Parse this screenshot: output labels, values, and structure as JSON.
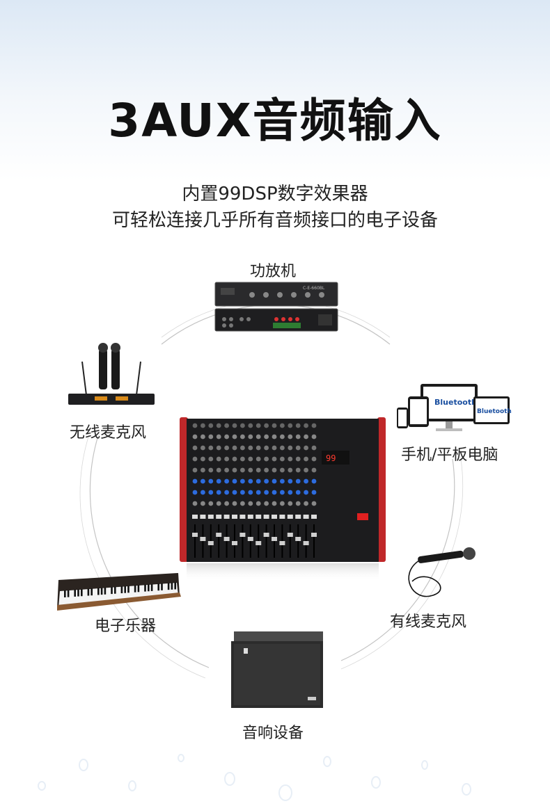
{
  "title": "3AUX音频输入",
  "subtitle_line1": "内置99DSP数字效果器",
  "subtitle_line2": "可轻松连接几乎所有音频接口的电子设备",
  "devices": {
    "amplifier": "功放机",
    "wireless_mic": "无线麦克风",
    "phone_tablet_pc": "手机/平板电脑",
    "keyboard": "电子乐器",
    "wired_mic": "有线麦克风",
    "speaker": "音响设备"
  },
  "brand_text": {
    "bluetooth": "Bluetooth",
    "mixer_display": "99",
    "amp_model": "C-E-660BL"
  },
  "colors": {
    "mixer_side": "#c0282a",
    "mixer_body": "#1c1c1e",
    "ring": "#b9b9b9",
    "bluetooth": "#1a4fa0"
  }
}
